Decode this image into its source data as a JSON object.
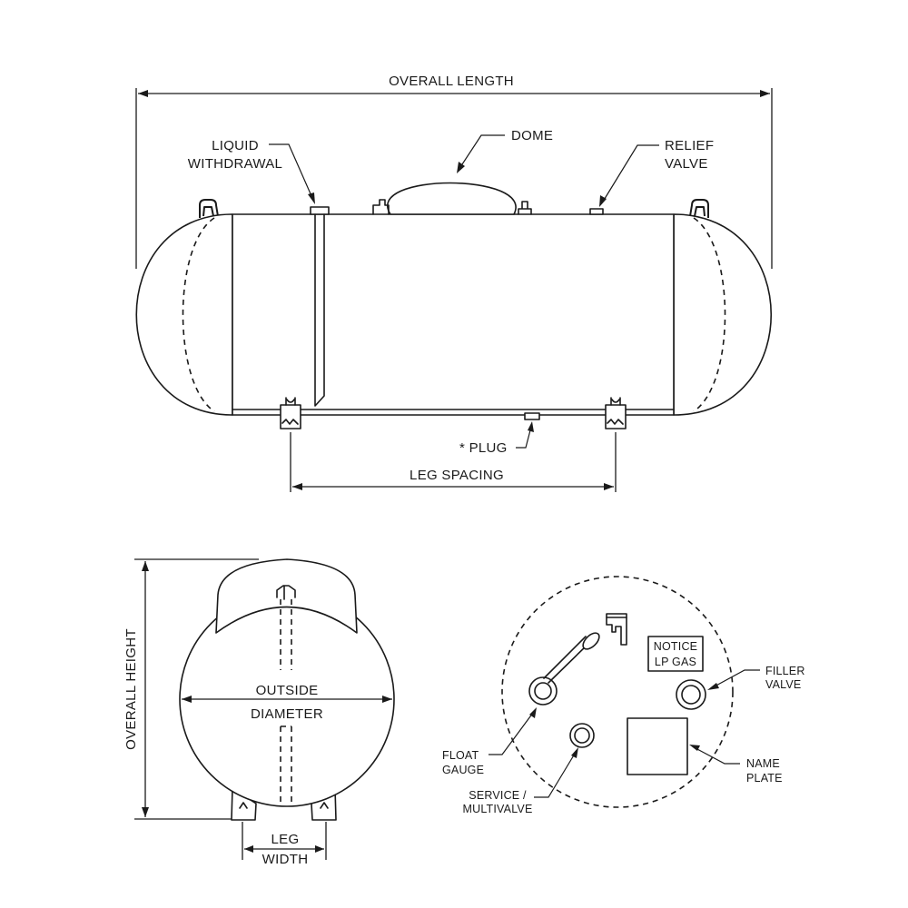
{
  "side_view": {
    "overall_length": "OVERALL LENGTH",
    "liquid_withdrawal_1": "LIQUID",
    "liquid_withdrawal_2": "WITHDRAWAL",
    "dome": "DOME",
    "relief_valve_1": "RELIEF",
    "relief_valve_2": "VALVE",
    "plug": "* PLUG",
    "leg_spacing": "LEG SPACING"
  },
  "end_view": {
    "overall_height": "OVERALL HEIGHT",
    "outside": "OUTSIDE",
    "diameter": "DIAMETER",
    "leg": "LEG",
    "width": "WIDTH"
  },
  "dome_view": {
    "notice_1": "NOTICE",
    "notice_2": "LP GAS",
    "filler_1": "FILLER",
    "filler_2": "VALVE",
    "float_1": "FLOAT",
    "float_2": "GAUGE",
    "service_1": "SERVICE /",
    "service_2": "MULTIVALVE",
    "name_1": "NAME",
    "name_2": "PLATE"
  }
}
